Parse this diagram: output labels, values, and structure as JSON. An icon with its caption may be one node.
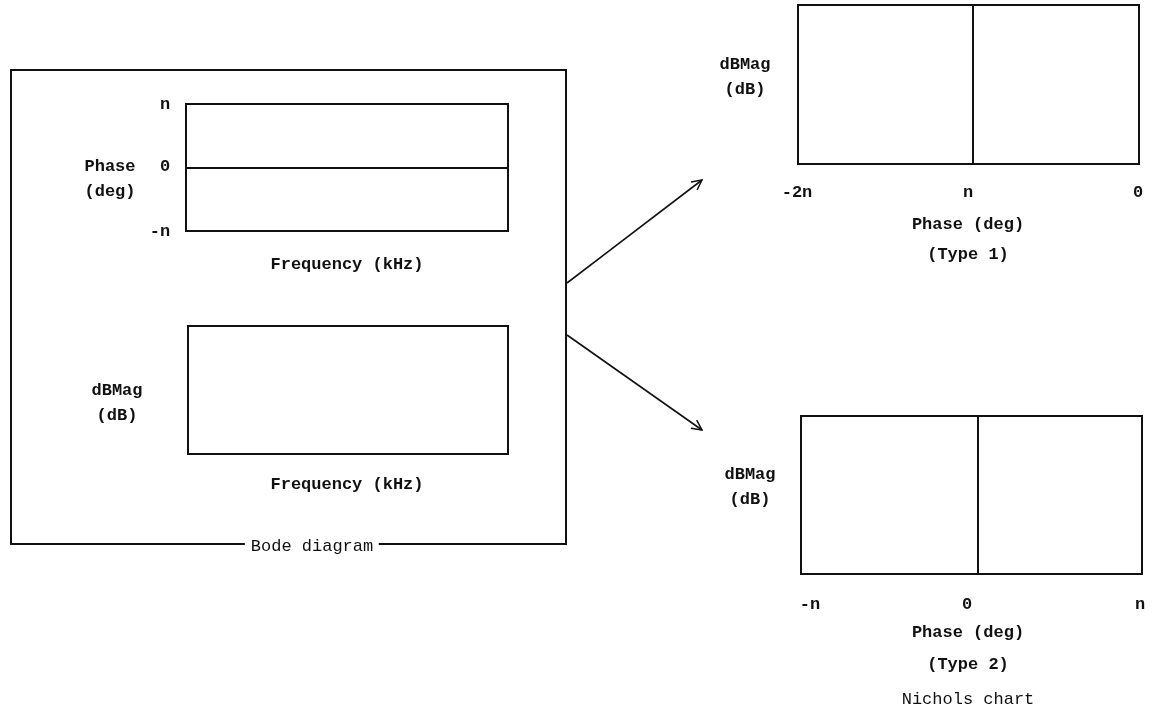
{
  "diagram": {
    "nodes": [
      {
        "text": [
          "Bode diagram"
        ]
      },
      {
        "text": [
          "Phase (deg)",
          "Frequency (kHz)"
        ],
        "in": 0,
        "beside": [
          "n",
          "0",
          "-n"
        ]
      },
      {
        "text": [
          "dBMag (dB)",
          "Frequency (kHz)"
        ],
        "in": 0
      },
      {
        "text": [
          "dBMag (dB)",
          "Phase (deg)",
          "(Type 1)"
        ],
        "beside": [
          "-2n",
          "n",
          "0"
        ]
      },
      {
        "text": [
          "dBMag (dB)",
          "Phase (deg)",
          "(Type 2)"
        ],
        "beside": [
          "-n",
          "0",
          "n"
        ]
      }
    ],
    "edges": [
      {
        "from": 0,
        "to": 3,
        "arrow": "to"
      },
      {
        "from": 0,
        "to": 4,
        "arrow": "to"
      }
    ],
    "labels": [
      "Nichols chart"
    ]
  }
}
